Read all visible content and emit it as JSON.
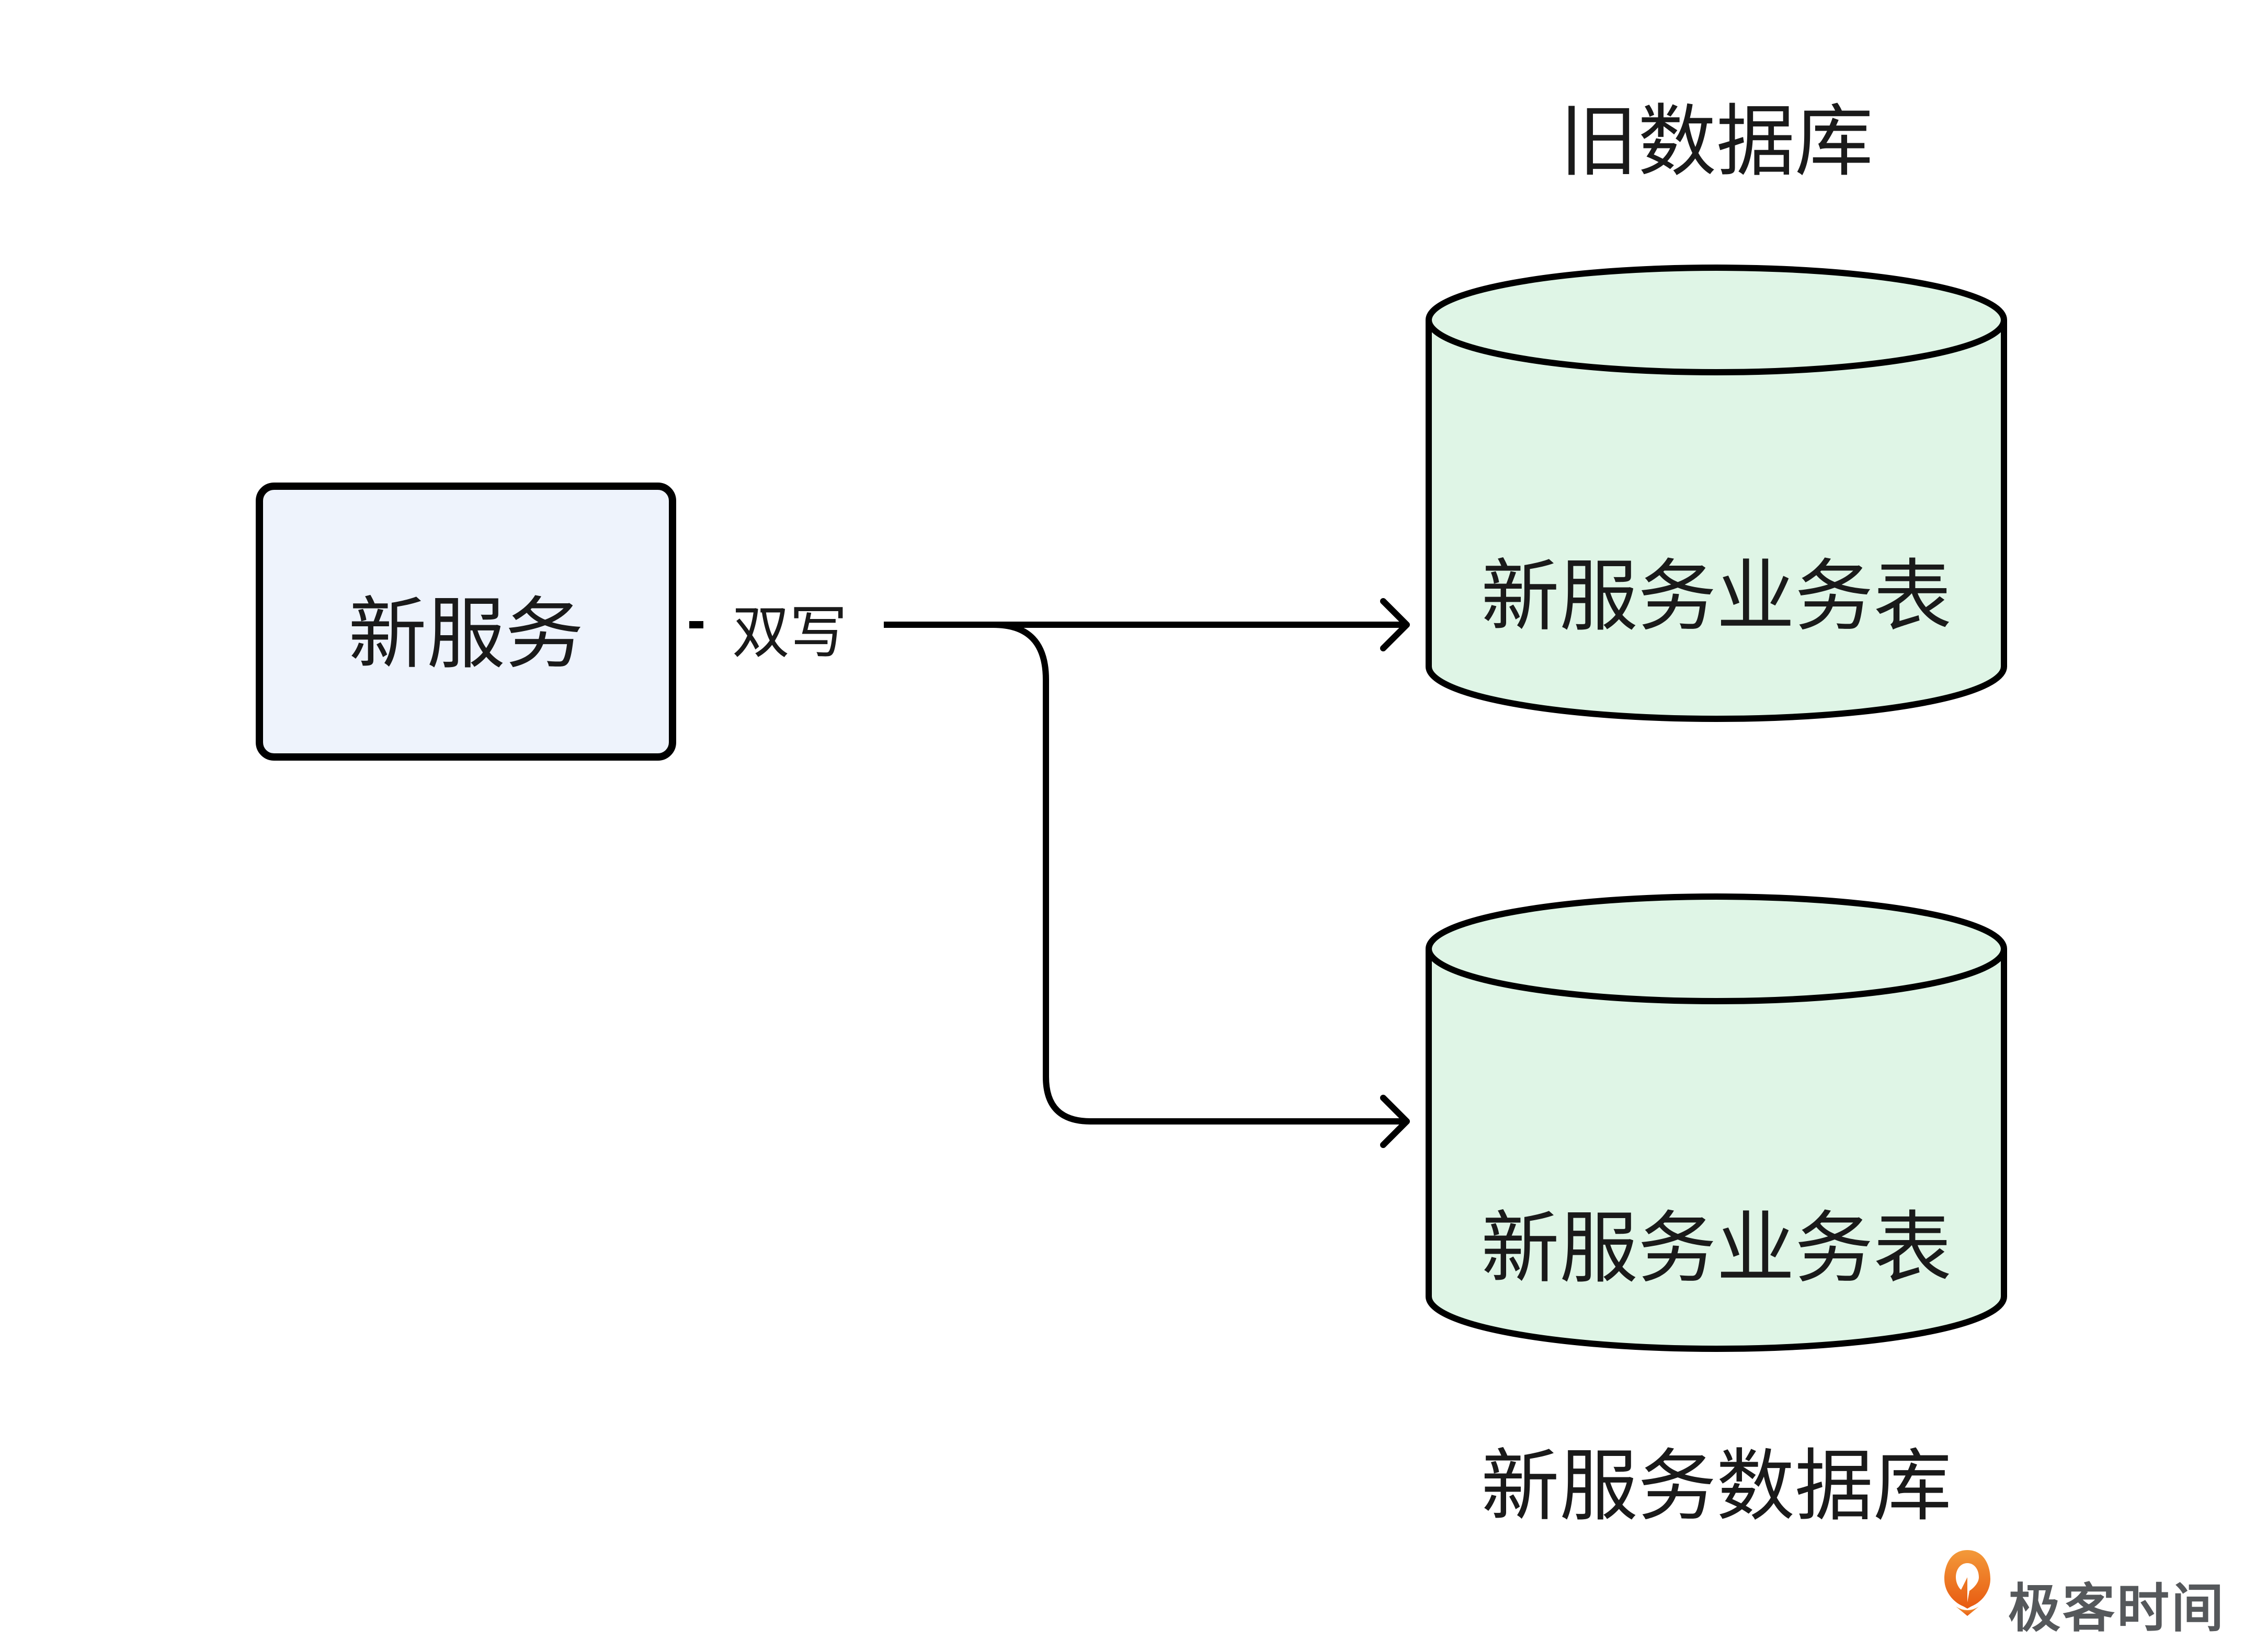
{
  "diagram": {
    "source_node": {
      "label": "新服务",
      "fill": "#eef3fc",
      "stroke": "#000000"
    },
    "edge": {
      "label": "双写"
    },
    "databases": [
      {
        "title": "旧数据库",
        "table_label": "新服务业务表",
        "fill": "#dff5e6",
        "stroke": "#000000"
      },
      {
        "title": "新服务数据库",
        "table_label": "新服务业务表",
        "fill": "#dff5e6",
        "stroke": "#000000"
      }
    ]
  },
  "branding": {
    "logo_icon": "geektime-logo-icon",
    "text": "极客时间",
    "accent": "#ee6a1c"
  }
}
